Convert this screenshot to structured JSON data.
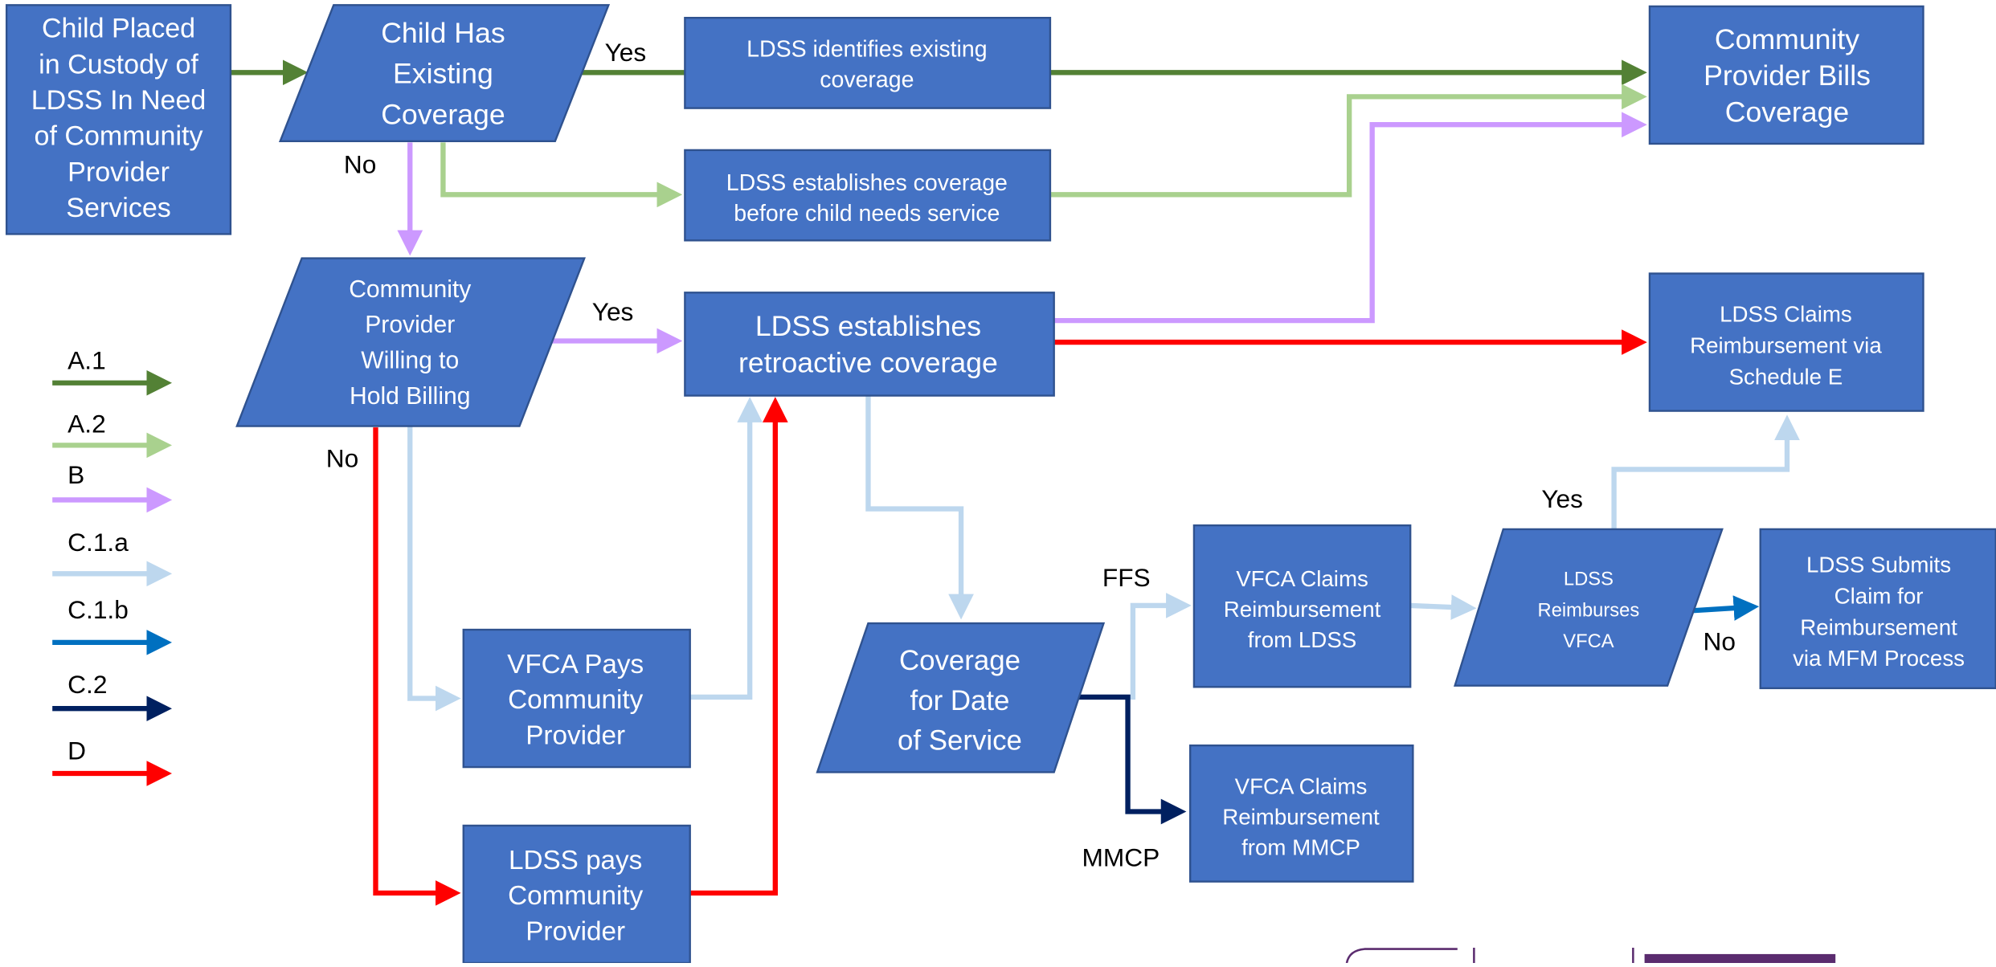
{
  "colors": {
    "box_fill": "#4472C4",
    "box_border": "#2F528F",
    "box_text": "#ffffff",
    "label_text": "#000000",
    "A1": "#538135",
    "A2": "#A9D18E",
    "B": "#CC99FF",
    "C1a": "#BDD7EE",
    "C1b": "#0070C0",
    "C2": "#002060",
    "D": "#FF0000"
  },
  "nodes": {
    "child_placed": [
      "Child Placed",
      "in Custody of",
      "LDSS In Need",
      "of Community",
      "Provider",
      "Services"
    ],
    "has_coverage": [
      "Child Has",
      "Existing",
      "Coverage"
    ],
    "identifies": [
      "LDSS identifies existing",
      "coverage"
    ],
    "establishes": [
      "LDSS establishes coverage",
      "before child needs service"
    ],
    "bills": [
      "Community",
      "Provider Bills",
      "Coverage"
    ],
    "willing": [
      "Community",
      "Provider",
      "Willing to",
      "Hold Billing"
    ],
    "retro": [
      "LDSS establishes",
      "retroactive coverage"
    ],
    "claims_e": [
      "LDSS Claims",
      "Reimbursement via",
      "Schedule E"
    ],
    "vfca_pays": [
      "VFCA Pays",
      "Community",
      "Provider"
    ],
    "ldss_pays": [
      "LDSS pays",
      "Community",
      "Provider"
    ],
    "coverage_dos": [
      "Coverage",
      "for Date",
      "of Service"
    ],
    "vfca_ldss": [
      "VFCA Claims",
      "Reimbursement",
      "from LDSS"
    ],
    "reimburses": [
      "LDSS",
      "Reimburses",
      "VFCA"
    ],
    "mfm": [
      "LDSS Submits",
      "Claim for",
      "Reimbursement",
      "via MFM Process"
    ],
    "vfca_mmcp": [
      "VFCA Claims",
      "Reimbursement",
      "from MMCP"
    ]
  },
  "edge_labels": {
    "yes_top": "Yes",
    "no_top": "No",
    "yes_mid": "Yes",
    "no_mid": "No",
    "ffs": "FFS",
    "mmcp": "MMCP",
    "yes_right": "Yes",
    "no_right": "No"
  },
  "legend": [
    {
      "label": "A.1",
      "color": "#538135"
    },
    {
      "label": "A.2",
      "color": "#A9D18E"
    },
    {
      "label": "B",
      "color": "#CC99FF"
    },
    {
      "label": "C.1.a",
      "color": "#BDD7EE"
    },
    {
      "label": "C.1.b",
      "color": "#0070C0"
    },
    {
      "label": "C.2",
      "color": "#002060"
    },
    {
      "label": "D",
      "color": "#FF0000"
    }
  ]
}
